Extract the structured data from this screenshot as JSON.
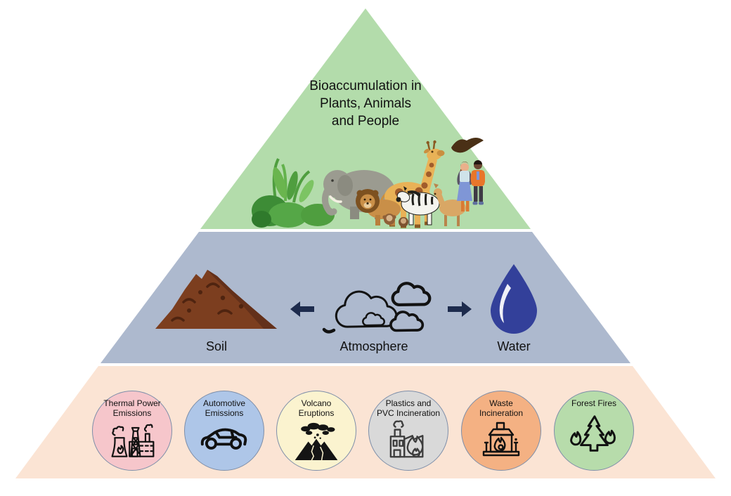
{
  "pyramid": {
    "top_tier": {
      "title": "Bioaccumulation in\nPlants, Animals\nand People",
      "color": "#b3dcab",
      "illustration": "plants-animals-people-illustration",
      "figures": [
        "plants",
        "elephant",
        "giraffe",
        "eagle",
        "lion",
        "zebra",
        "deer",
        "monkeys",
        "woman",
        "man"
      ]
    },
    "middle_tier": {
      "color": "#adb9ce",
      "items": [
        {
          "label": "Soil",
          "icon": "soil-mound-icon",
          "color": "#7c3e1f"
        },
        {
          "label": "Atmosphere",
          "icon": "clouds-icon",
          "color": "#121212"
        },
        {
          "label": "Water",
          "icon": "water-drop-icon",
          "color": "#33409a"
        }
      ],
      "arrows": [
        "arrow-left-icon",
        "arrow-right-icon"
      ],
      "arrow_color": "#1d2b4d"
    },
    "bottom_tier": {
      "color": "#fbe4d4",
      "sources": [
        {
          "label": "Thermal Power\nEmissions",
          "icon": "thermal-power-icon",
          "color": "#f6c6cb"
        },
        {
          "label": "Automotive\nEmissions",
          "icon": "car-icon",
          "color": "#aec6e8"
        },
        {
          "label": "Volcano\nEruptions",
          "icon": "volcano-icon",
          "color": "#fbf3cf"
        },
        {
          "label": "Plastics and\nPVC Incineration",
          "icon": "incinerator-factory-icon",
          "color": "#d9d9d9"
        },
        {
          "label": "Waste\nIncineration",
          "icon": "waste-incinerator-icon",
          "color": "#f4b183"
        },
        {
          "label": "Forest Fires",
          "icon": "forest-fire-icon",
          "color": "#b7dcab"
        }
      ]
    }
  }
}
